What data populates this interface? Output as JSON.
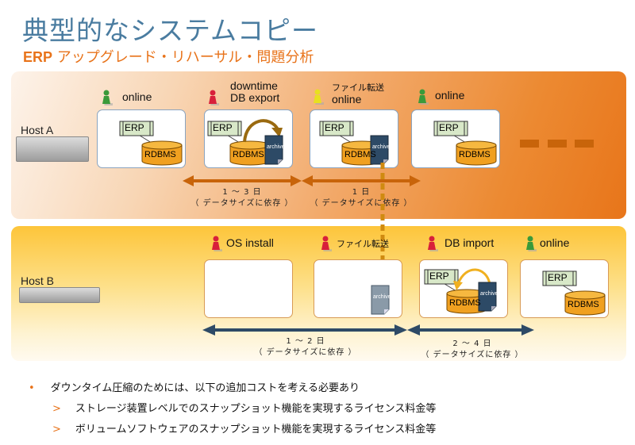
{
  "title": "典型的なシステムコピー",
  "subtitle": {
    "prefix": "ERP",
    "rest": " アップグレード・リハーサル・問題分析"
  },
  "colors": {
    "title": "#4a7ca0",
    "accent": "#e8731a",
    "band_a": "#ec8a32",
    "band_b": "#fdc53a",
    "arrow_a": "#c8640a",
    "arrow_b": "#2d4a66",
    "archive": "#2d4a66",
    "rdbms": "#f0a020",
    "erp": "#d8e8c8"
  },
  "hosts": [
    {
      "label": "Host A",
      "stages": [
        {
          "pawn": "green",
          "status": "online",
          "components": [
            "ERP",
            "RDBMS"
          ]
        },
        {
          "pawn": "red",
          "status_line1": "downtime",
          "status_line2": "DB export",
          "components": [
            "ERP",
            "RDBMS",
            "archive"
          ]
        },
        {
          "pawn": "yellow",
          "status_line1": "ファイル転送",
          "status_line2": "online",
          "components": [
            "ERP",
            "RDBMS",
            "archive"
          ]
        },
        {
          "pawn": "green",
          "status": "online",
          "components": [
            "ERP",
            "RDBMS"
          ]
        }
      ],
      "durations": [
        {
          "line1": "1 ～ 3 日",
          "line2": "（ データサイズに依存 ）"
        },
        {
          "line1": "1 日",
          "line2": "（ データサイズに依存 ）"
        }
      ]
    },
    {
      "label": "Host B",
      "stages": [
        {
          "pawn": "red",
          "status": "OS install",
          "components": []
        },
        {
          "pawn": "red",
          "status": "ファイル転送",
          "components": [
            "archive"
          ]
        },
        {
          "pawn": "red",
          "status": "DB import",
          "components": [
            "ERP",
            "RDBMS",
            "archive"
          ]
        },
        {
          "pawn": "green",
          "status": "online",
          "components": [
            "ERP",
            "RDBMS"
          ]
        }
      ],
      "durations": [
        {
          "line1": "1 ～ 2 日",
          "line2": "（ データサイズに依存 ）"
        },
        {
          "line1": "2 ～ 4 日",
          "line2": "（ データサイズに依存 ）"
        }
      ]
    }
  ],
  "labels": {
    "erp": "ERP",
    "rdbms": "RDBMS",
    "archive": "archive"
  },
  "bullets": {
    "main": {
      "marker": "•",
      "text": "ダウンタイム圧縮のためには、以下の追加コストを考える必要あり"
    },
    "subs": [
      {
        "marker": ">",
        "text": "ストレージ装置レベルでのスナップショット機能を実現するライセンス料金等"
      },
      {
        "marker": ">",
        "text": "ボリュームソフトウェアのスナップショット機能を実現するライセンス料金等"
      }
    ]
  }
}
